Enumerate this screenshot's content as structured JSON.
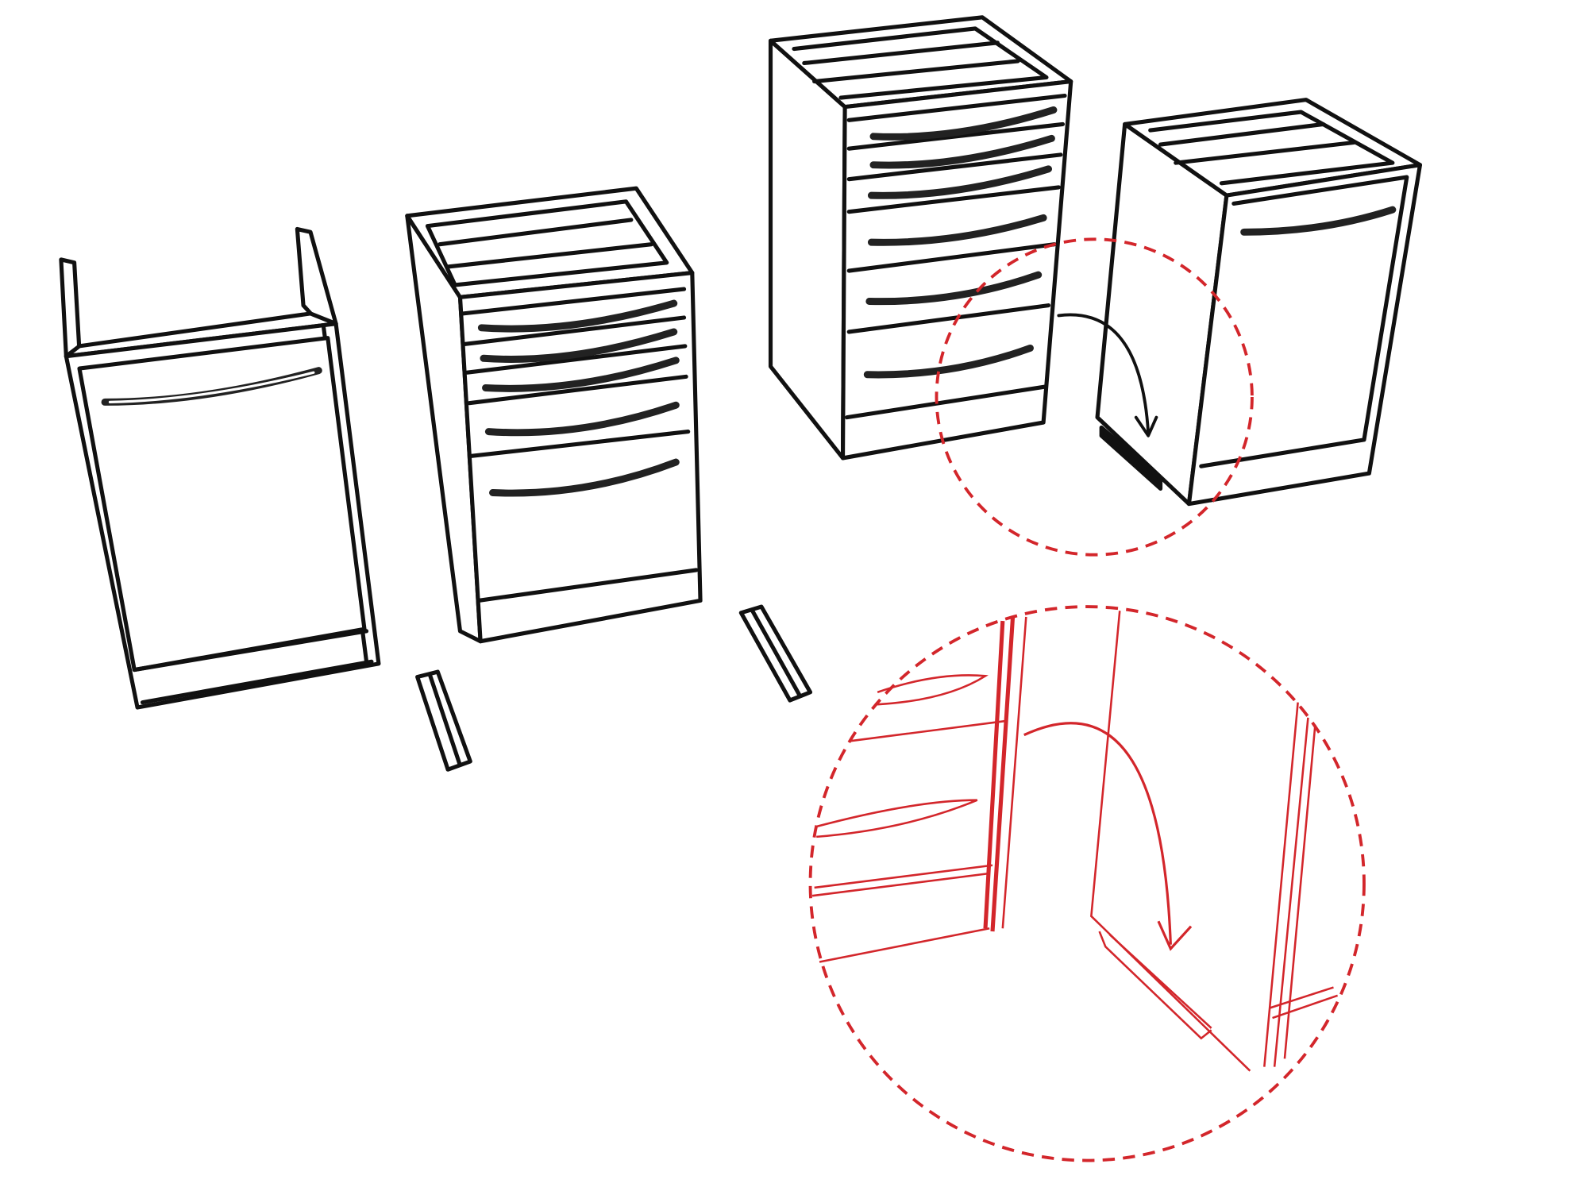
{
  "diagram": {
    "type": "assembly-illustration",
    "colors": {
      "line": "#111111",
      "detail": "#d3262b",
      "background": "#ffffff"
    },
    "parts": [
      "open-cabinet-frame",
      "four-drawer-cabinet",
      "tall-drawer-cabinet",
      "door-cabinet",
      "plinth-rail-left",
      "plinth-rail-right",
      "detail-callout"
    ],
    "icons": [
      "curved-arrow-icon",
      "magnify-callout-circle"
    ]
  }
}
